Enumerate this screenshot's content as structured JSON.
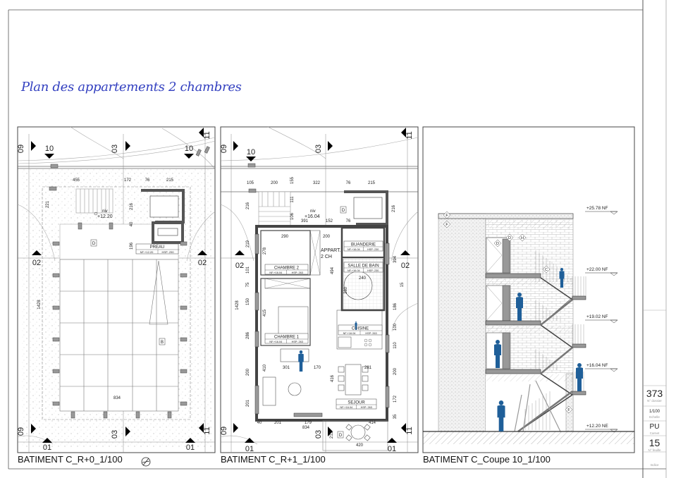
{
  "sheet": {
    "title": "Plan des appartements 2 chambres",
    "title_color": "#3340c0",
    "figure_color": "#1f5f99"
  },
  "title_block": {
    "dossier_value": "373",
    "dossier_label": "N° dossier",
    "scale_value": "1/100",
    "scale_label": "Echelle",
    "carnet_value": "PU",
    "carnet_label": "Carnet",
    "sheet_value": "15",
    "sheet_label": "N° feuille",
    "indice_label": "Indice"
  },
  "panels": [
    {
      "caption": "BATIMENT C_R+0_1/100",
      "axes": [
        "09",
        "03",
        "10",
        "10",
        "11",
        "02",
        "02",
        "09",
        "03",
        "11",
        "01",
        "01"
      ],
      "dimensions": [
        "455",
        "172",
        "76",
        "215",
        "221",
        "216",
        "40",
        "196",
        "1428",
        "834"
      ],
      "tags": [
        "D",
        "B"
      ],
      "level": {
        "label": "niv",
        "value": "+12.20"
      },
      "rooms": [
        {
          "name": "PREAU",
          "nf": "NF:+12.20",
          "hsp": "HSP: 290"
        }
      ]
    },
    {
      "caption": "BATIMENT C_R+1_1/100",
      "axes": [
        "09",
        "10",
        "03",
        "11",
        "02",
        "02",
        "09",
        "03",
        "11",
        "01",
        "01"
      ],
      "dimensions": [
        "105",
        "200",
        "155",
        "322",
        "76",
        "215",
        "111",
        "106",
        "216",
        "216",
        "391",
        "152",
        "76",
        "290",
        "200",
        "219",
        "278",
        "101",
        "75",
        "150",
        "415",
        "286",
        "200",
        "410",
        "201",
        "301",
        "170",
        "281",
        "416",
        "494",
        "240",
        "280",
        "15",
        "394",
        "186",
        "100",
        "110",
        "200",
        "172",
        "35",
        "40",
        "201",
        "179",
        "834",
        "414",
        "213",
        "420",
        "1428"
      ],
      "tags": [
        "D",
        "D"
      ],
      "level": {
        "label": "niv",
        "value": "+16.04"
      },
      "apartment": {
        "line1": "APPART.",
        "line2": "2 CH"
      },
      "rooms": [
        {
          "name": "CHAMBRE 2",
          "nf": "NF:+16.04",
          "hsp": "HSP: 263"
        },
        {
          "name": "CHAMBRE 1",
          "nf": "NF:+16.04",
          "hsp": "HSP: 263"
        },
        {
          "name": "BUANDERIE",
          "nf": "NF:+16.04",
          "hsp": "HSP: 230"
        },
        {
          "name": "SALLE DE BAIN",
          "nf": "NF:+16.04",
          "hsp": "HSP: 230"
        },
        {
          "name": "CUISINE",
          "nf": "NF:+16.04",
          "hsp": "HSP: 263"
        },
        {
          "name": "SEJOUR",
          "nf": "NF:+16.04",
          "hsp": "HSP: 263"
        }
      ]
    },
    {
      "caption": "BATIMENT C_Coupe 10_1/100",
      "levels": [
        "+25.78 NF",
        "+22.00 NF",
        "+19.02 NF",
        "+16.04 NF",
        "+12.20 NE"
      ],
      "tags": [
        "F",
        "F",
        "D",
        "D",
        "H",
        "C",
        "F"
      ]
    }
  ]
}
